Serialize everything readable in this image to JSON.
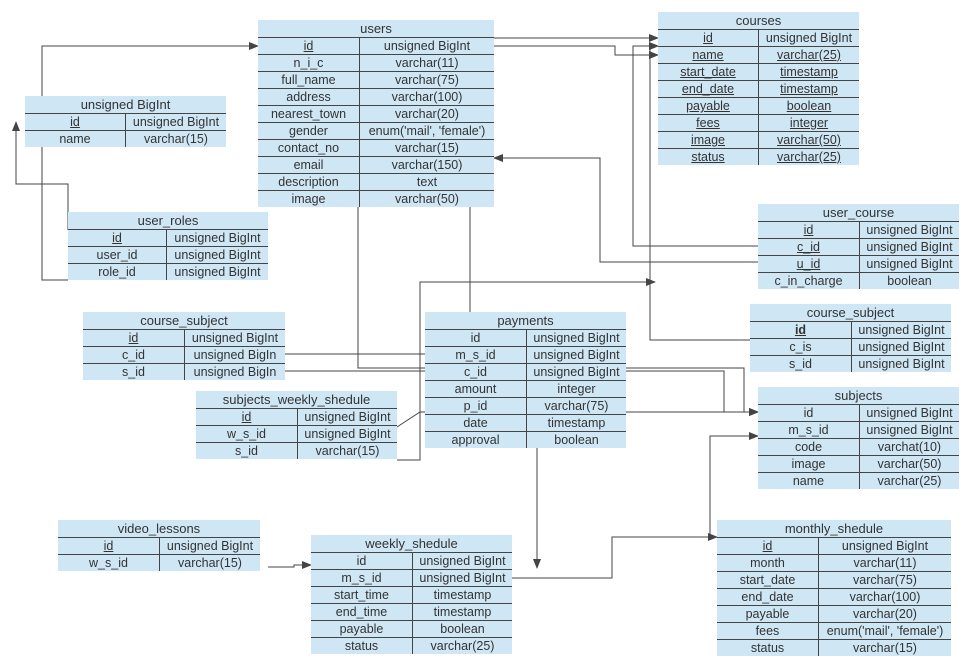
{
  "tables": [
    {
      "key": "users",
      "title": "users",
      "rows": [
        {
          "name": "id",
          "type": "unsigned BigInt",
          "u": true
        },
        {
          "name": "n_i_c",
          "type": "varchar(11)"
        },
        {
          "name": "full_name",
          "type": "varchar(75)"
        },
        {
          "name": "address",
          "type": "varchar(100)"
        },
        {
          "name": "nearest_town",
          "type": "varchar(20)"
        },
        {
          "name": "gender",
          "type": "enum('mail', 'female')"
        },
        {
          "name": "contact_no",
          "type": "varchar(15)"
        },
        {
          "name": "email",
          "type": "varchar(150)"
        },
        {
          "name": "description",
          "type": "text"
        },
        {
          "name": "image",
          "type": "varchar(50)"
        }
      ]
    },
    {
      "key": "courses",
      "title": "courses",
      "rows": [
        {
          "name": "id",
          "type": "unsigned BigInt",
          "u": true
        },
        {
          "name": "name",
          "type": "varchar(25)",
          "u": true,
          "u2": true
        },
        {
          "name": "start_date",
          "type": "timestamp",
          "u": true,
          "u2": true
        },
        {
          "name": "end_date",
          "type": "timestamp",
          "u": true,
          "u2": true
        },
        {
          "name": "payable",
          "type": "boolean",
          "u": true,
          "u2": true
        },
        {
          "name": "fees",
          "type": "integer",
          "u": true,
          "u2": true
        },
        {
          "name": "image",
          "type": "varchar(50)",
          "u": true,
          "u2": true
        },
        {
          "name": "status",
          "type": "varchar(25)",
          "u": true,
          "u2": true
        }
      ]
    },
    {
      "key": "roles",
      "title": "unsigned BigInt",
      "rows": [
        {
          "name": "id",
          "type": "unsigned BigInt",
          "u": true
        },
        {
          "name": "name",
          "type": "varchar(15)"
        }
      ]
    },
    {
      "key": "user_roles",
      "title": "user_roles",
      "rows": [
        {
          "name": "id",
          "type": "unsigned BigInt",
          "u": true
        },
        {
          "name": "user_id",
          "type": "unsigned BigInt"
        },
        {
          "name": "role_id",
          "type": "unsigned BigInt"
        }
      ]
    },
    {
      "key": "user_course",
      "title": "user_course",
      "rows": [
        {
          "name": "id",
          "type": "unsigned BigInt",
          "u": true
        },
        {
          "name": "c_id",
          "type": "unsigned BigInt",
          "u": true
        },
        {
          "name": "u_id",
          "type": "unsigned BigInt",
          "u": true
        },
        {
          "name": "c_in_charge",
          "type": "boolean"
        }
      ]
    },
    {
      "key": "course_subject_left",
      "title": "course_subject",
      "rows": [
        {
          "name": "id",
          "type": "unsigned BigInt",
          "u": true
        },
        {
          "name": "c_id",
          "type": "unsigned BigIn"
        },
        {
          "name": "s_id",
          "type": "unsigned BigIn"
        }
      ]
    },
    {
      "key": "payments",
      "title": "payments",
      "rows": [
        {
          "name": "id",
          "type": "unsigned BigInt"
        },
        {
          "name": "m_s_id",
          "type": "unsigned BigInt"
        },
        {
          "name": "c_id",
          "type": "unsigned BigInt"
        },
        {
          "name": "amount",
          "type": "integer"
        },
        {
          "name": "p_id",
          "type": "varchar(75)"
        },
        {
          "name": "date",
          "type": "timestamp"
        },
        {
          "name": "approval",
          "type": "boolean"
        }
      ]
    },
    {
      "key": "course_subject_right",
      "title": "course_subject",
      "rows": [
        {
          "name": "id",
          "type": "unsigned BigInt",
          "u": true,
          "b": true
        },
        {
          "name": "c_is",
          "type": "unsigned BigInt"
        },
        {
          "name": "s_id",
          "type": "unsigned BigInt"
        }
      ]
    },
    {
      "key": "subjects_weekly",
      "title": "subjects_weekly_shedule",
      "rows": [
        {
          "name": "id",
          "type": "unsigned BigInt",
          "u": true
        },
        {
          "name": "w_s_id",
          "type": "unsigned BigInt"
        },
        {
          "name": "s_id",
          "type": "varchar(15)"
        }
      ]
    },
    {
      "key": "subjects",
      "title": "subjects",
      "rows": [
        {
          "name": "id",
          "type": "unsigned BigInt"
        },
        {
          "name": "m_s_id",
          "type": "unsigned BigInt"
        },
        {
          "name": "code",
          "type": "varchat(10)"
        },
        {
          "name": "image",
          "type": "varchar(50)"
        },
        {
          "name": "name",
          "type": "varchar(25)"
        }
      ]
    },
    {
      "key": "video_lessons",
      "title": "video_lessons",
      "rows": [
        {
          "name": "id",
          "type": "unsigned BigInt",
          "u": true
        },
        {
          "name": "w_s_id",
          "type": "varchar(15)"
        }
      ]
    },
    {
      "key": "weekly_shedule",
      "title": "weekly_shedule",
      "rows": [
        {
          "name": "id",
          "type": "unsigned BigInt"
        },
        {
          "name": "m_s_id",
          "type": "unsigned BigInt"
        },
        {
          "name": "start_time",
          "type": "timestamp"
        },
        {
          "name": "end_time",
          "type": "timestamp"
        },
        {
          "name": "payable",
          "type": "boolean"
        },
        {
          "name": "status",
          "type": "varchar(25)"
        }
      ]
    },
    {
      "key": "monthly_shedule",
      "title": "monthly_shedule",
      "rows": [
        {
          "name": "id",
          "type": "unsigned BigInt",
          "u": true
        },
        {
          "name": "month",
          "type": "varchar(11)"
        },
        {
          "name": "start_date",
          "type": "varchar(75)"
        },
        {
          "name": "end_date",
          "type": "varchar(100)"
        },
        {
          "name": "payable",
          "type": "varchar(20)"
        },
        {
          "name": "fees",
          "type": "enum('mail', 'female')"
        },
        {
          "name": "status",
          "type": "varchar(15)"
        }
      ]
    }
  ],
  "colors": {
    "table_fill": "#cfe6f5",
    "line": "#444444"
  }
}
